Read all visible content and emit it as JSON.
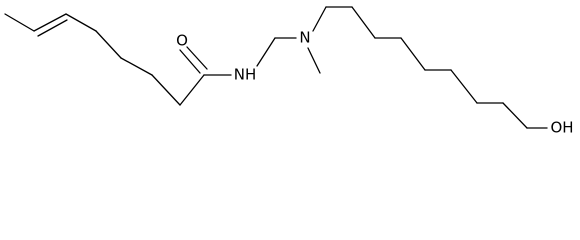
{
  "structure": {
    "atom_labels": {
      "oxygen_carbonyl": "O",
      "amide_nitrogen": "NH",
      "amine_nitrogen": "N",
      "hydroxyl": "OH"
    }
  }
}
